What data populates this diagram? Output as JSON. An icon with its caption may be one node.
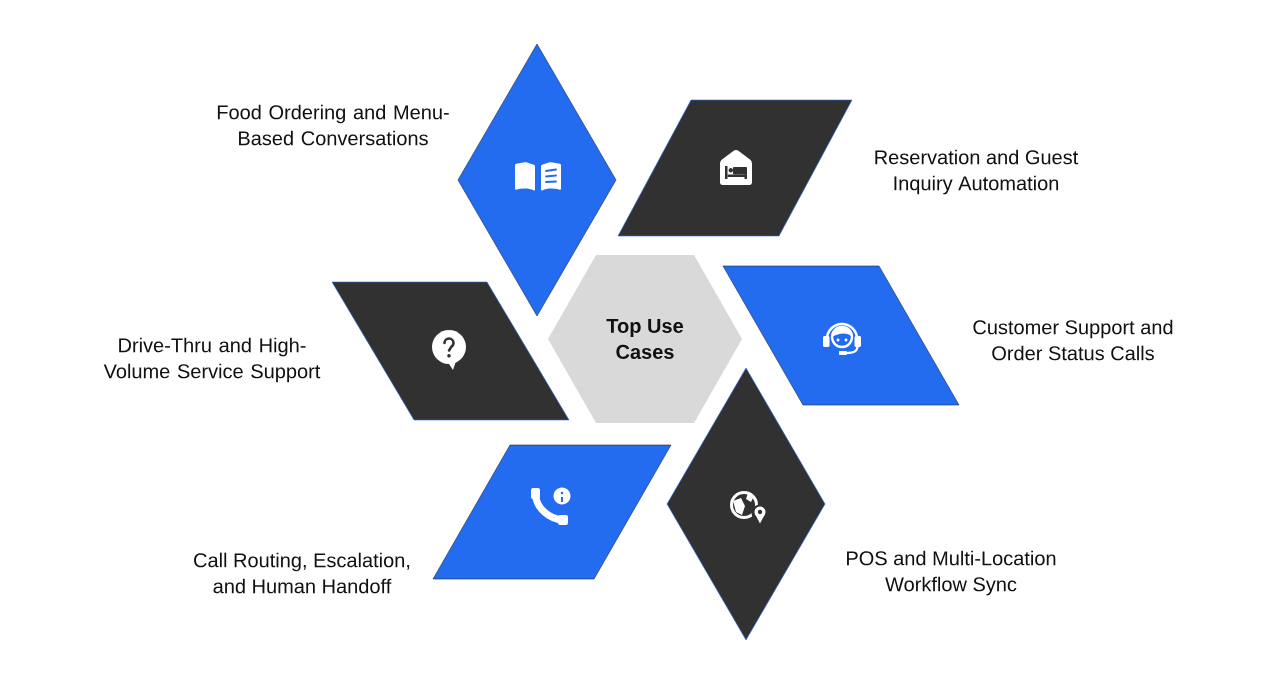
{
  "diagram": {
    "nodes": [
      {
        "text": [
          "Top Use Cases"
        ]
      },
      {
        "text": [],
        "shape": "diamond",
        "beside": [
          "Food Ordering and Menu-Based Conversations"
        ]
      },
      {
        "text": [],
        "shape": "parallelogram",
        "beside": [
          "Reservation and Guest Inquiry Automation"
        ]
      },
      {
        "text": [],
        "shape": "parallelogram",
        "beside": [
          "Customer Support and Order Status Calls"
        ]
      },
      {
        "text": [],
        "shape": "diamond",
        "beside": [
          "POS and Multi-Location Workflow Sync"
        ]
      },
      {
        "text": [],
        "shape": "parallelogram",
        "beside": [
          "Call Routing, Escalation, and Human Handoff"
        ]
      },
      {
        "text": [],
        "shape": "parallelogram",
        "beside": [
          "Drive-Thru and High-Volume Service Support"
        ]
      }
    ]
  }
}
